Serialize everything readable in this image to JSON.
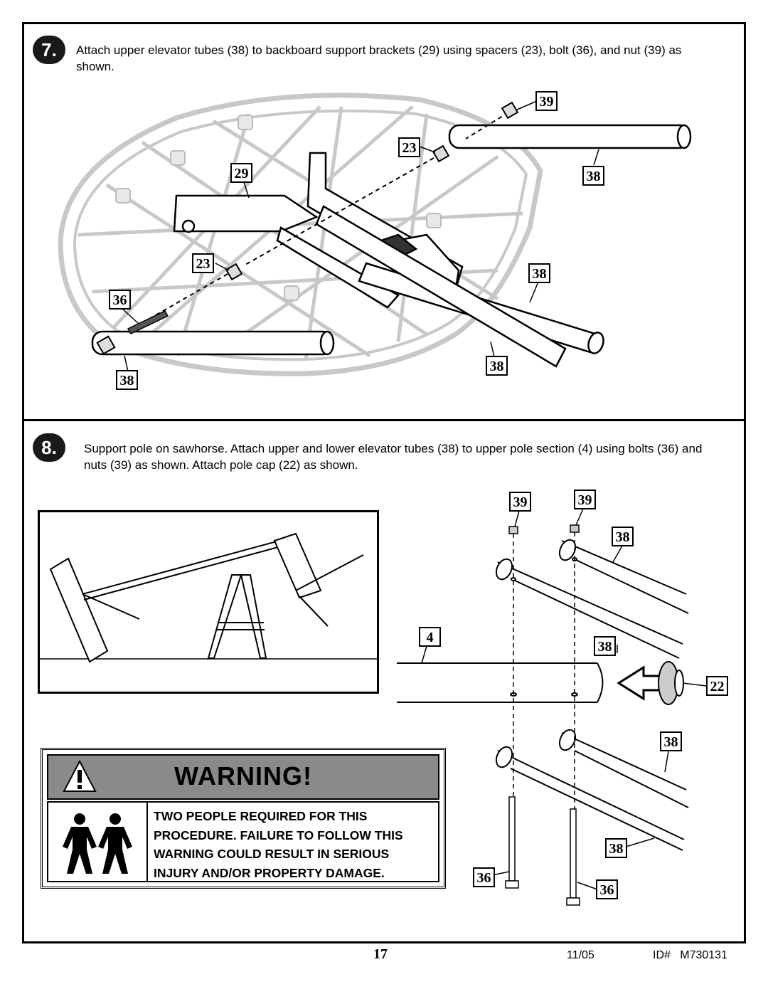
{
  "step7": {
    "number": "7.",
    "text": "Attach upper elevator tubes (38) to backboard support brackets (29) using spacers (23), bolt (36), and nut (39) as shown.",
    "callouts": [
      "39",
      "23",
      "29",
      "38",
      "23",
      "38",
      "36",
      "38",
      "38"
    ]
  },
  "step8": {
    "number": "8.",
    "text": "Support pole on sawhorse. Attach upper and lower elevator tubes (38) to upper pole section (4) using bolts (36) and nuts (39) as shown. Attach pole cap (22) as shown.",
    "callouts": [
      "39",
      "39",
      "38",
      "4",
      "38",
      "22",
      "38",
      "38",
      "36",
      "36"
    ]
  },
  "warning": {
    "title": "WARNING!",
    "text": "TWO PEOPLE REQUIRED FOR THIS PROCEDURE.  FAILURE TO FOLLOW THIS WARNING COULD RESULT IN SERIOUS INJURY AND/OR PROPERTY DAMAGE."
  },
  "footer": {
    "page": "17",
    "date": "11/05",
    "id": "ID#   M730131"
  },
  "icons": [
    "caution-triangle-icon",
    "two-people-icon",
    "arrow-left-icon"
  ]
}
